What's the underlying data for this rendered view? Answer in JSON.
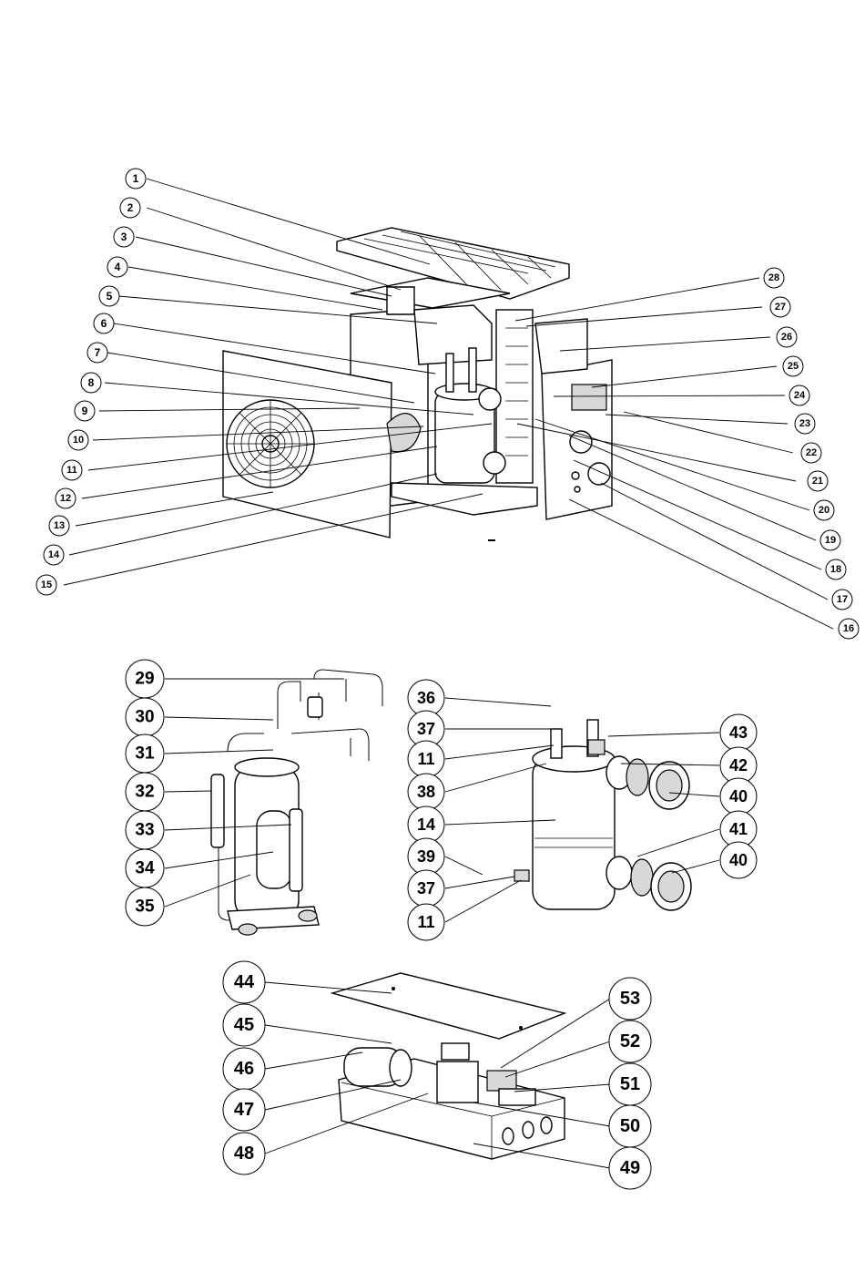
{
  "diagram": {
    "top_callouts_left": [
      "1",
      "2",
      "3",
      "4",
      "5",
      "6",
      "7",
      "8",
      "9",
      "10",
      "11",
      "12",
      "13",
      "14",
      "15"
    ],
    "top_callouts_right": [
      "28",
      "27",
      "26",
      "25",
      "24",
      "23",
      "22",
      "21",
      "20",
      "19",
      "18",
      "17",
      "16"
    ],
    "compressor_callouts": [
      "29",
      "30",
      "31",
      "32",
      "33",
      "34",
      "35"
    ],
    "exchanger_callouts_left": [
      "36",
      "37",
      "11",
      "38",
      "14",
      "39",
      "37",
      "11"
    ],
    "exchanger_callouts_right": [
      "43",
      "42",
      "40",
      "41",
      "40"
    ],
    "electrical_callouts_left": [
      "44",
      "45",
      "46",
      "47",
      "48"
    ],
    "electrical_callouts_right": [
      "53",
      "52",
      "51",
      "50",
      "49"
    ]
  }
}
